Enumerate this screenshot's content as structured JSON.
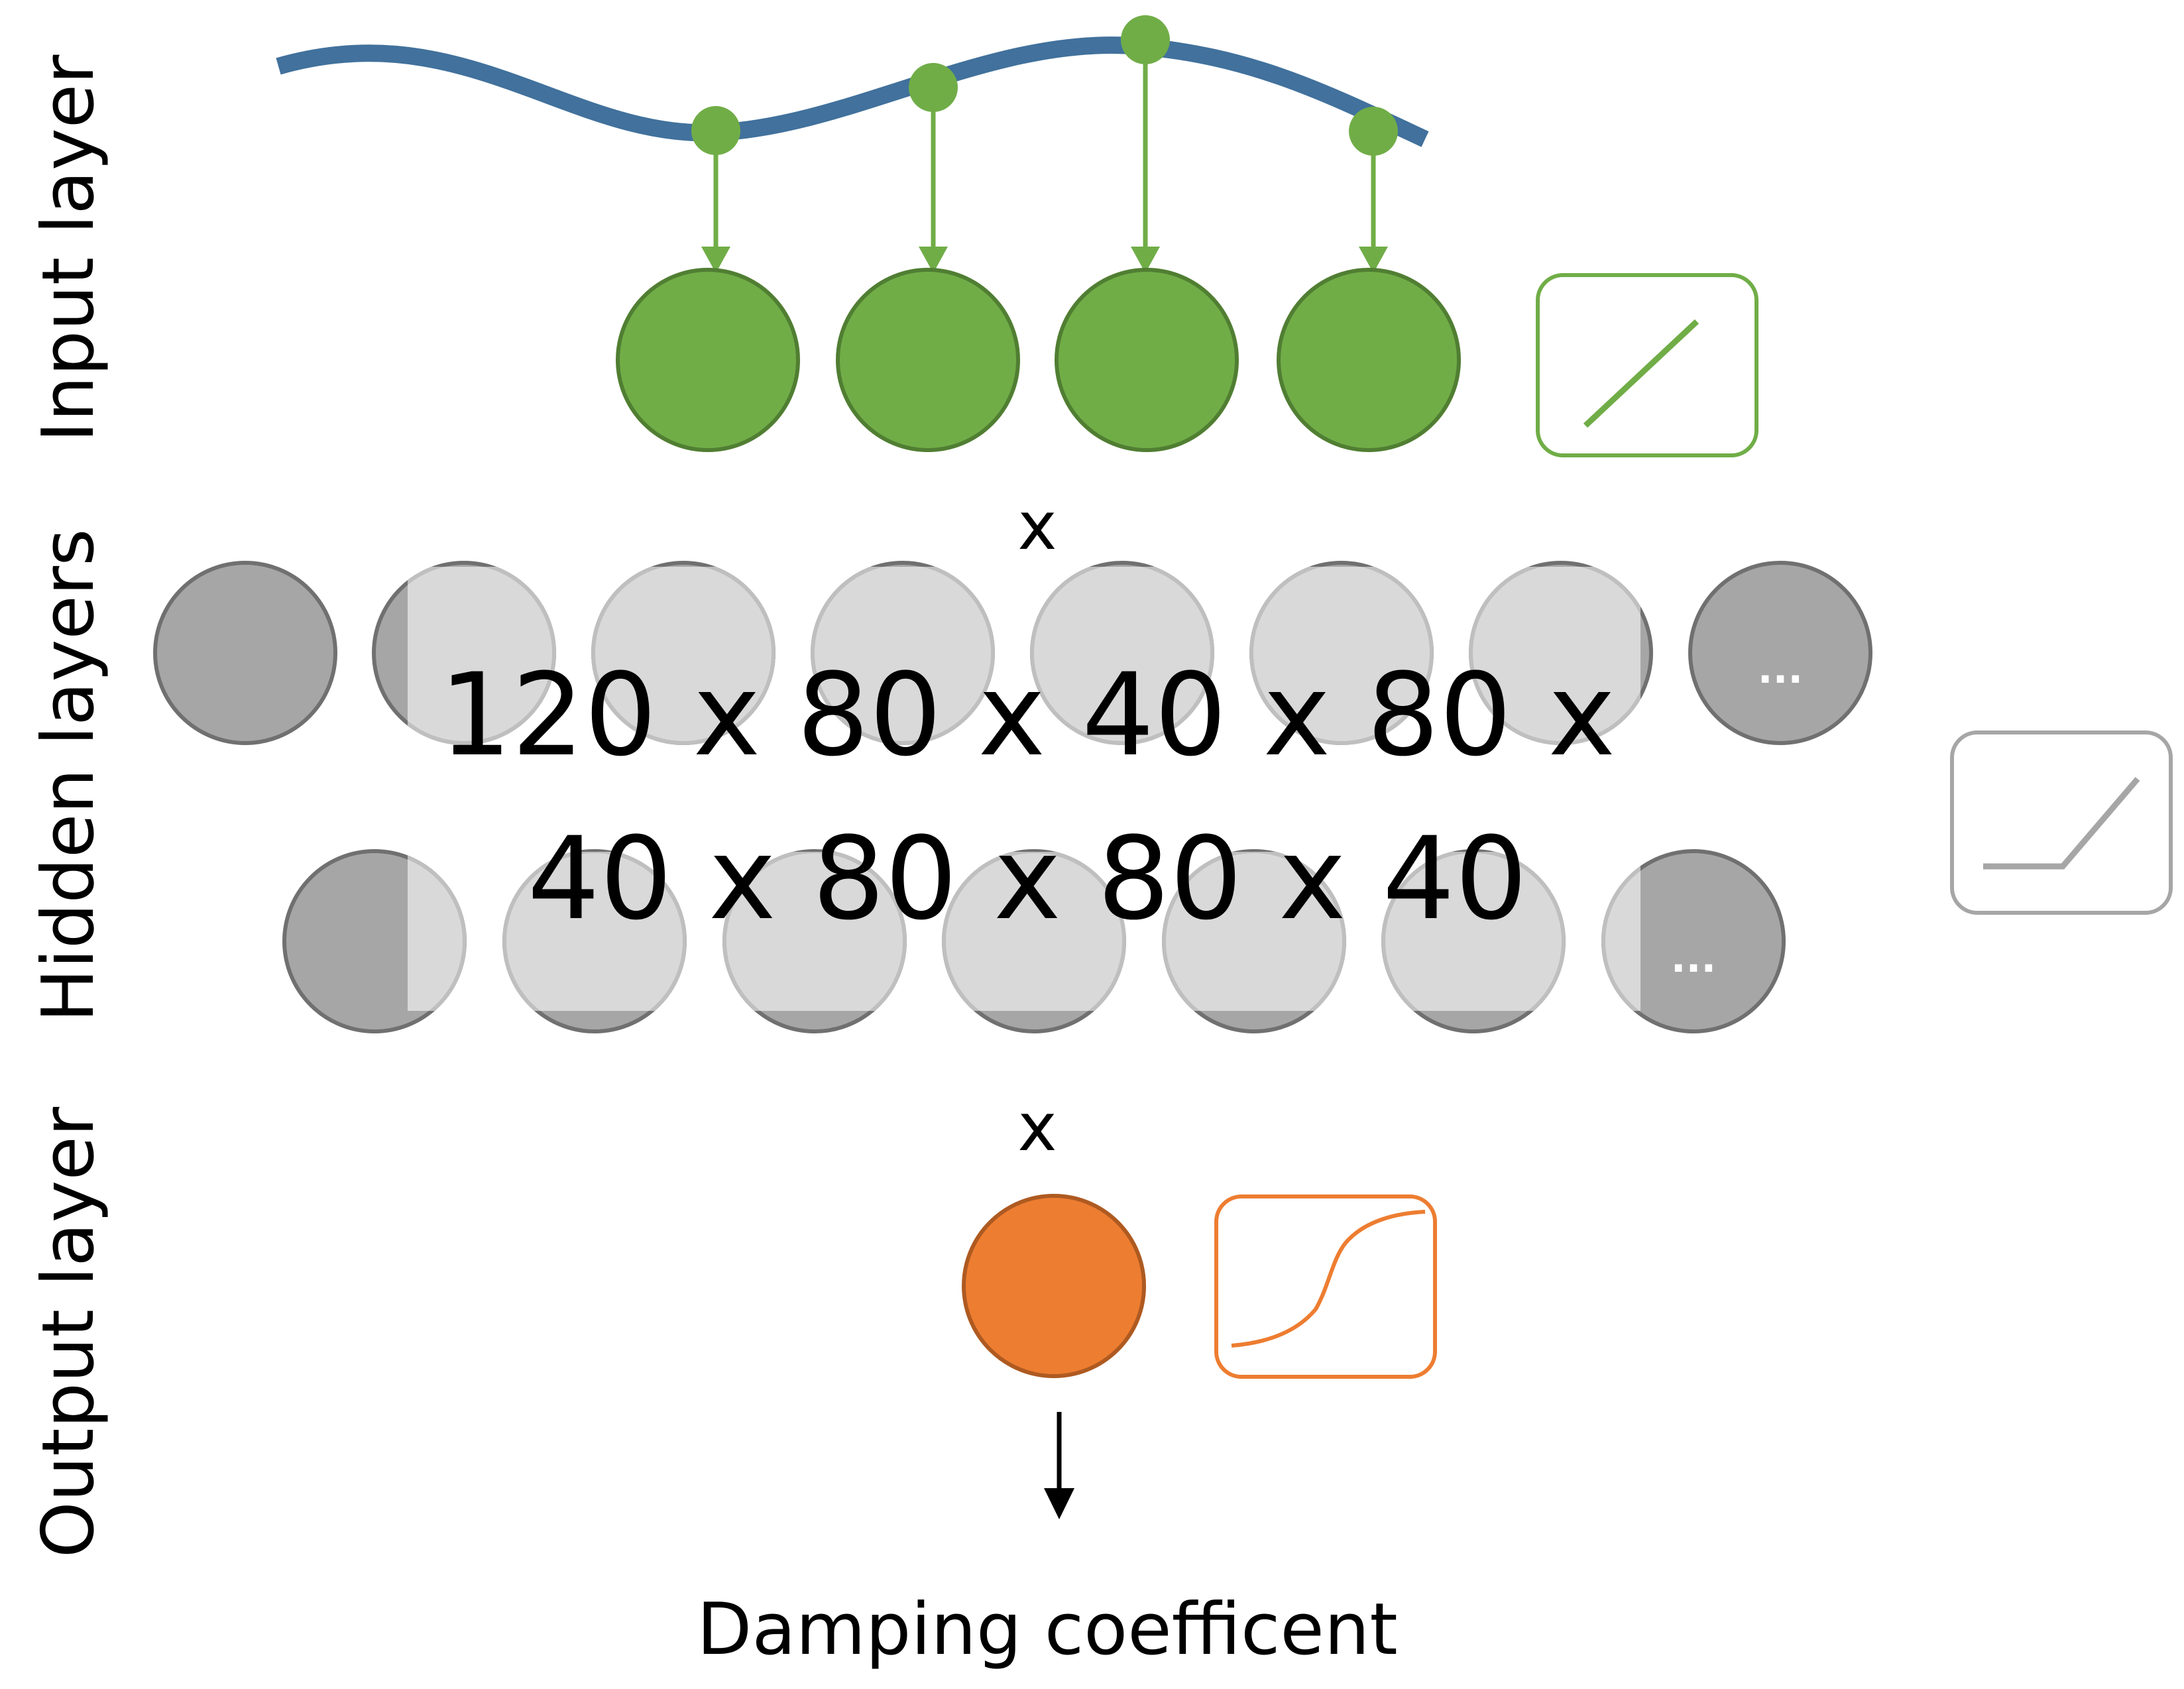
{
  "layer_labels": {
    "input": "Input layer",
    "hidden": "Hidden layers",
    "output": "Output layer"
  },
  "multiply_symbol": "x",
  "hidden_sizes": {
    "line1": "120 x 80 x 40 x 80 x",
    "line2": "40 x 80 x 80 x 40"
  },
  "ellipsis": "...",
  "output_name": "Damping coefficent",
  "activations": {
    "input": "linear-icon",
    "hidden": "relu-icon",
    "output": "sigmoid-icon"
  },
  "colors": {
    "signal": "#41719C",
    "input_fill": "#70AD47",
    "input_stroke": "#507E32",
    "hidden_dark_fill": "#A6A6A6",
    "hidden_dark_stroke": "#707070",
    "hidden_light_fill": "#D9D9D9",
    "hidden_light_stroke": "#BFBFBF",
    "output_fill": "#ED7D31",
    "output_stroke": "#AE5A21",
    "linear_box": "#70AD47",
    "relu_box": "#A6A6A6",
    "sigmoid_box": "#ED7D31"
  }
}
